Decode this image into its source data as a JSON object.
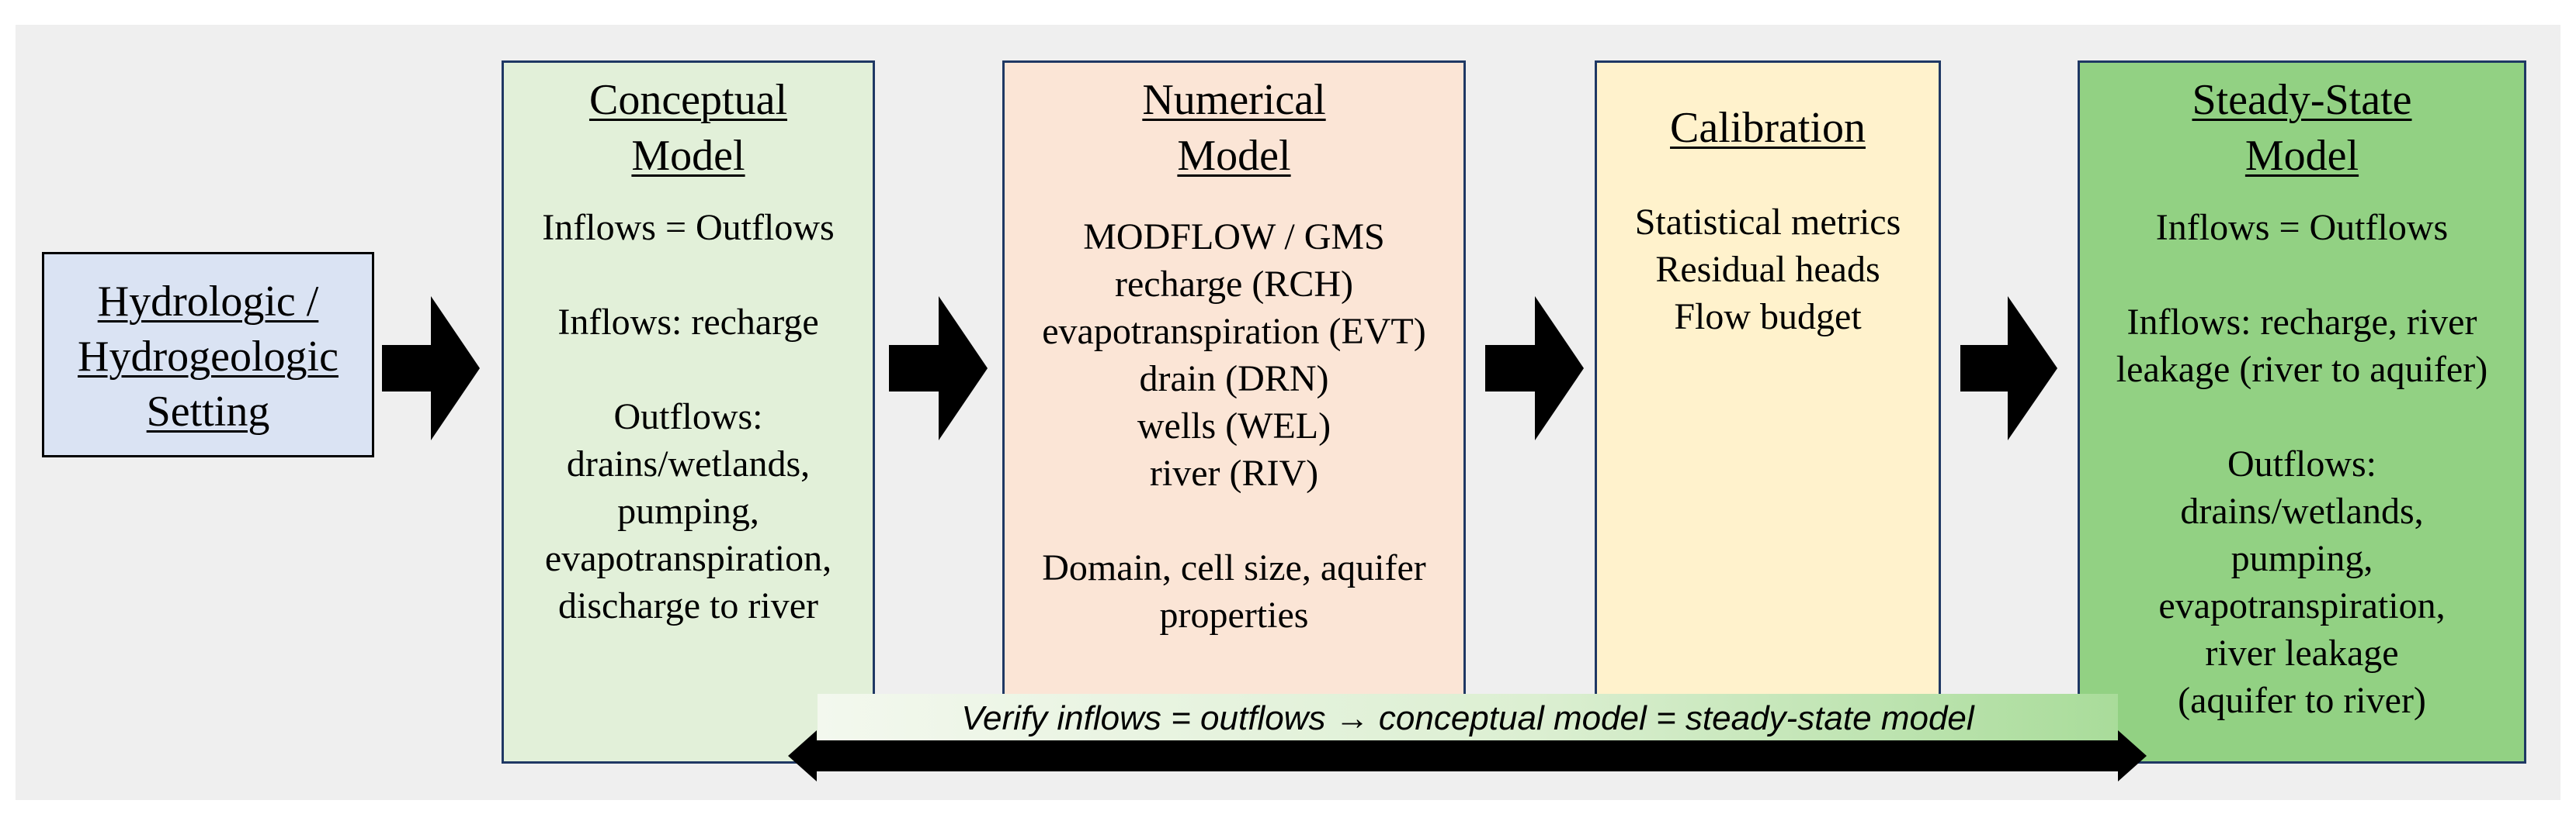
{
  "boxes": {
    "setting": {
      "title": "Hydrologic /\nHydrogeologic\nSetting"
    },
    "conceptual": {
      "title": "Conceptual \nModel",
      "body": "Inflows = Outflows\n\nInflows: recharge\n\nOutflows:\ndrains/wetlands,\npumping,\nevapotranspiration,\ndischarge to river"
    },
    "numerical": {
      "title": "Numerical \nModel",
      "body": "MODFLOW / GMS\nrecharge (RCH)\nevapotranspiration (EVT)\ndrain (DRN)\nwells (WEL)\nriver (RIV)\n\nDomain, cell size, aquifer\nproperties"
    },
    "calibration": {
      "title": "Calibration",
      "body": "Statistical metrics\nResidual heads\nFlow budget"
    },
    "steady": {
      "title": "Steady-State\nModel",
      "body": "Inflows = Outflows\n\nInflows: recharge, river\nleakage (river to aquifer)\n\nOutflows:\ndrains/wetlands,\npumping,\nevapotranspiration,\nriver leakage\n(aquifer to river)"
    }
  },
  "verify_banner": "Verify inflows = outflows → conceptual model = steady-state model",
  "colors": {
    "setting_fill": "#dae3f3",
    "conceptual_fill": "#e2f0d9",
    "numerical_fill": "#fbe5d6",
    "calibration_fill": "#fff2cc",
    "steady_fill": "#92d183",
    "border": "#1f3864",
    "arrow": "#000000"
  }
}
